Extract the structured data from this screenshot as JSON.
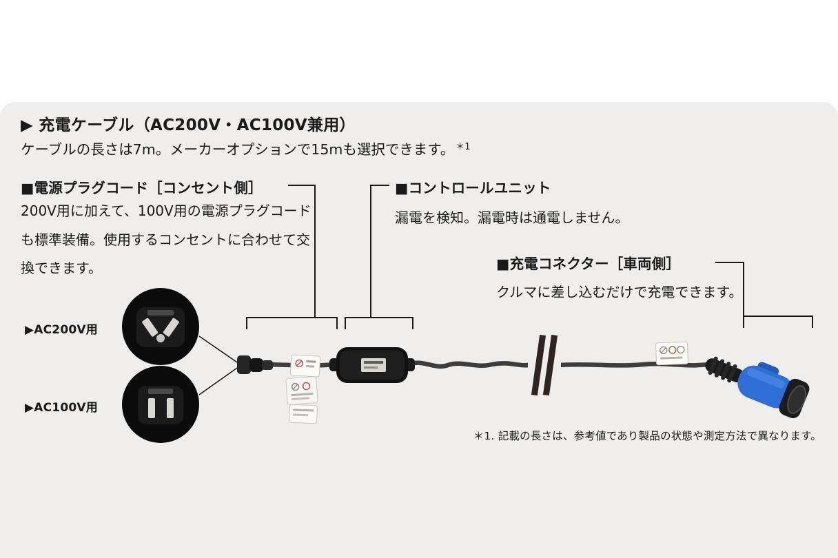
{
  "colors": {
    "panel_bg": "#efeeec",
    "text": "#1a1a1a",
    "cable": "#3d3d3d",
    "connector_blue": "#2e6ed7"
  },
  "header": {
    "title": "▶ 充電ケーブル（AC200V・AC100V兼用）",
    "subtitle": "ケーブルの長さは7m。メーカーオプションで15mも選択できます。",
    "footnote_marker": "＊1"
  },
  "callouts": {
    "plug_cord": {
      "heading": "■電源プラグコード［コンセント側］",
      "body": "200V用に加えて、100V用の電源プラグコードも標準装備。使用するコンセントに合わせて交換できます。"
    },
    "control_unit": {
      "heading": "■コントロールユニット",
      "body": "漏電を検知。漏電時は通電しません。"
    },
    "connector": {
      "heading": "■充電コネクター［車両側］",
      "body": "クルマに差し込むだけで充電できます。"
    }
  },
  "diagram": {
    "ac200_label": "▶AC200V用",
    "ac100_label": "▶AC100V用"
  },
  "footnote": "＊1. 記載の長さは、参考値であり製品の状態や測定方法で異なります。"
}
